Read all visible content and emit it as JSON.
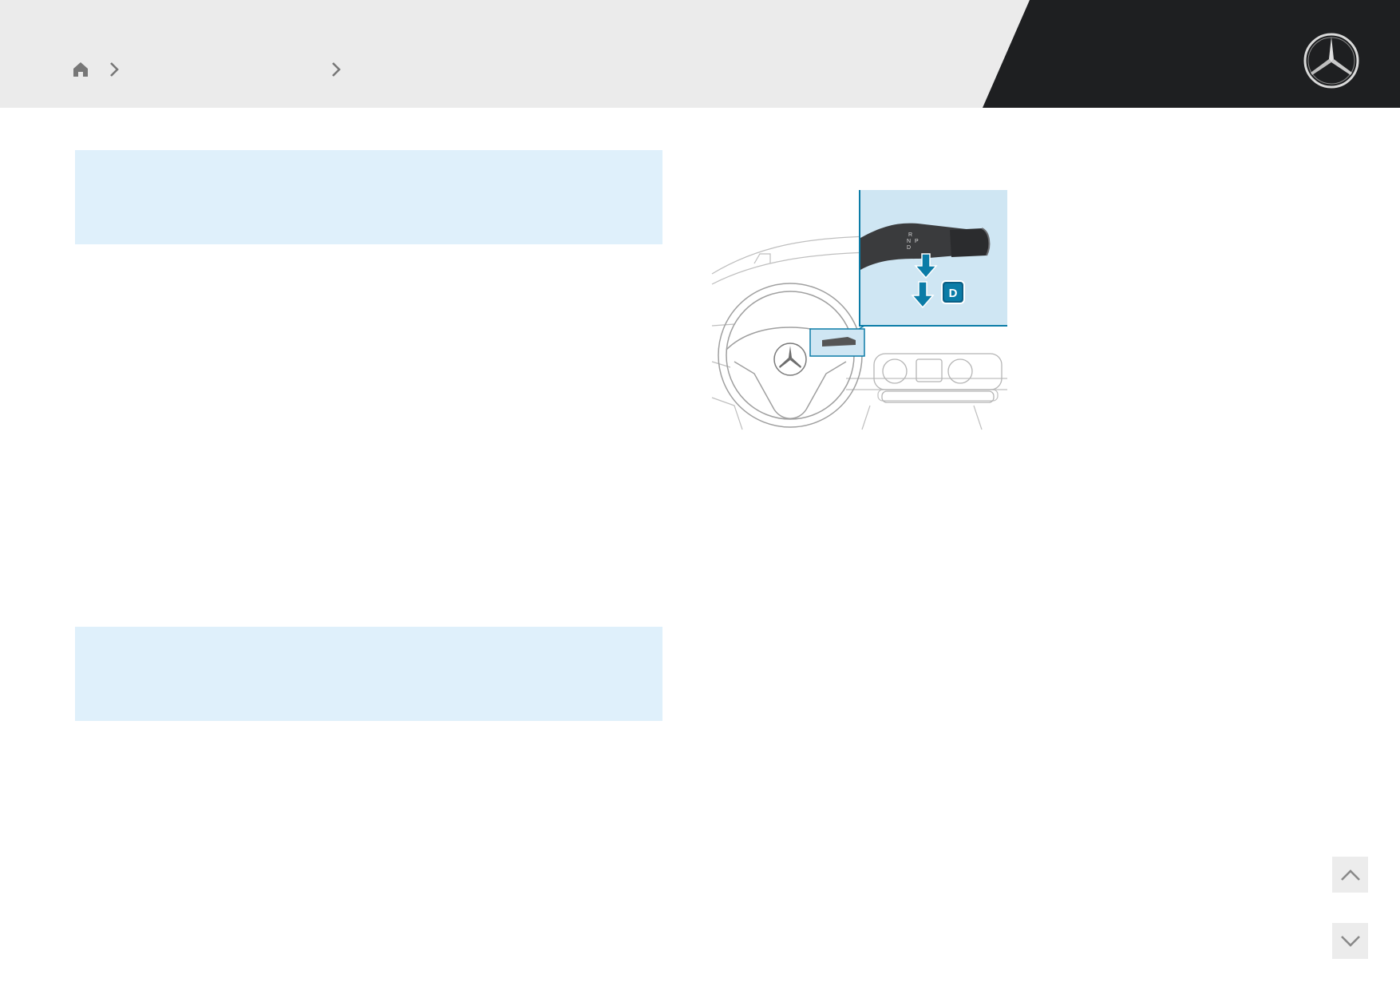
{
  "header": {
    "breadcrumb": {
      "home_icon": "home-icon",
      "separator_icon": "chevron-right-icon",
      "items": [
        "",
        ""
      ]
    },
    "brand_logo": "mercedes-star-logo"
  },
  "notes": [
    {
      "text": ""
    },
    {
      "text": ""
    }
  ],
  "figure": {
    "illustration": "steering-column-selector-lever",
    "badge_label": "D",
    "lever_labels": [
      "R",
      "N",
      "P",
      "D"
    ]
  },
  "page_nav": {
    "up_icon": "chevron-up-icon",
    "down_icon": "chevron-down-icon"
  },
  "colors": {
    "header_bg": "#ebebeb",
    "header_dark": "#1e1f21",
    "note_bg": "#dff0fb",
    "accent": "#0b7ca7"
  }
}
